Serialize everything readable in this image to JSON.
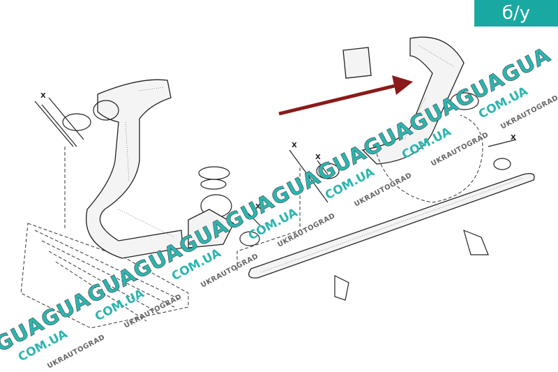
{
  "badge": {
    "label": "б/у",
    "color": "#1aa8a3"
  },
  "diagram": {
    "dimension_labels": [
      "X",
      "X",
      "X",
      "X",
      "X"
    ],
    "arrow_color": "#8b1a1a"
  },
  "watermark": {
    "brand": "GUA",
    "domain": "COM.UA",
    "name": "UKRAUTOGRAD"
  }
}
